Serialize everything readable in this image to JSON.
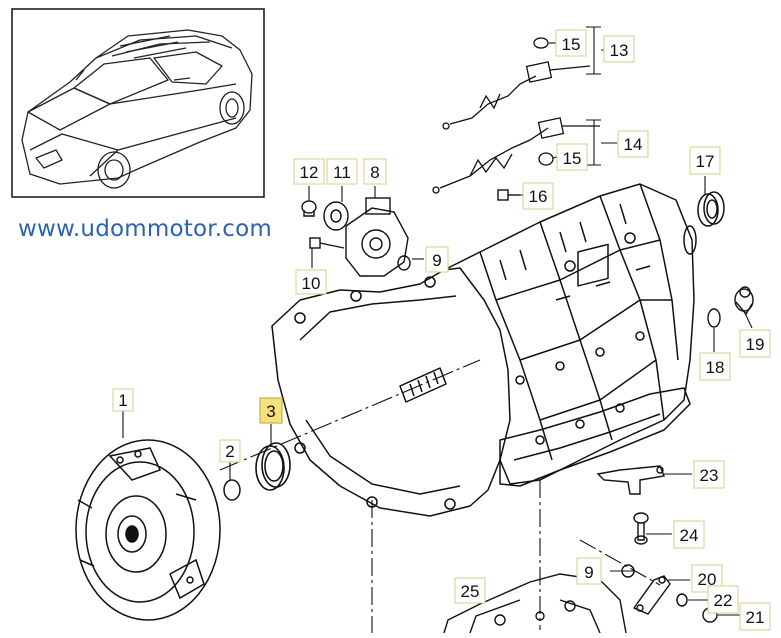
{
  "website": "www.udommotor.com",
  "callouts": [
    {
      "id": "c1",
      "text": "1"
    },
    {
      "id": "c2",
      "text": "2"
    },
    {
      "id": "c3",
      "text": "3",
      "highlight": true
    },
    {
      "id": "c8",
      "text": "8"
    },
    {
      "id": "c9a",
      "text": "9"
    },
    {
      "id": "c9b",
      "text": "9"
    },
    {
      "id": "c10",
      "text": "10"
    },
    {
      "id": "c11",
      "text": "11"
    },
    {
      "id": "c12",
      "text": "12"
    },
    {
      "id": "c13",
      "text": "13"
    },
    {
      "id": "c14",
      "text": "14"
    },
    {
      "id": "c15a",
      "text": "15"
    },
    {
      "id": "c15b",
      "text": "15"
    },
    {
      "id": "c16",
      "text": "16"
    },
    {
      "id": "c17",
      "text": "17"
    },
    {
      "id": "c18",
      "text": "18"
    },
    {
      "id": "c19",
      "text": "19"
    },
    {
      "id": "c20",
      "text": "20"
    },
    {
      "id": "c21",
      "text": "21"
    },
    {
      "id": "c22",
      "text": "22"
    },
    {
      "id": "c23",
      "text": "23"
    },
    {
      "id": "c24",
      "text": "24"
    },
    {
      "id": "c25",
      "text": "25"
    }
  ],
  "colors": {
    "highlight": "#f5e27a",
    "callout_border": "#d8cd8a",
    "line": "#111111",
    "link": "#2a63b4"
  }
}
